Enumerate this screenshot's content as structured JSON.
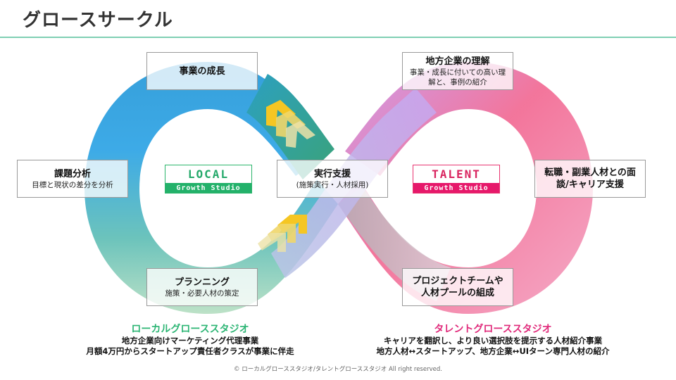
{
  "page": {
    "title": "グロースサークル"
  },
  "colors": {
    "accent_rule": "#7fcfb3",
    "local_green": "#23b16a",
    "talent_pink": "#e6186a"
  },
  "local_loop": {
    "logo": {
      "word": "LOCAL",
      "sub": "Growth Studio"
    },
    "steps": [
      {
        "id": "business-growth",
        "heading": "事業の成長",
        "sub": ""
      },
      {
        "id": "issue-analysis",
        "heading": "課題分析",
        "sub": "目標と現状の差分を分析"
      },
      {
        "id": "planning",
        "heading": "プランニング",
        "sub": "施策・必要人材の策定"
      }
    ],
    "caption": {
      "name": "ローカルグローススタジオ",
      "lines": [
        "地方企業向けマーケティング代理事業",
        "月額4万円からスタートアップ責任者クラスが事業に伴走"
      ]
    }
  },
  "center_step": {
    "heading": "実行支援",
    "sub": "(施策実行・人材採用)"
  },
  "talent_loop": {
    "logo": {
      "word": "TALENT",
      "sub": "Growth Studio"
    },
    "steps": [
      {
        "id": "understanding",
        "heading": "地方企業の理解",
        "sub": "事業・成長に付いての高い理解と、事例の紹介"
      },
      {
        "id": "career-support",
        "heading": "転職・副業人材との面談/キャリア支援",
        "sub": ""
      },
      {
        "id": "team-building",
        "heading": "プロジェクトチームや人材プールの組成",
        "sub": ""
      }
    ],
    "caption": {
      "name": "タレントグローススタジオ",
      "lines": [
        "キャリアを翻訳し、より良い選択肢を提示する人材紹介事業",
        "地方人材↔スタートアップ、地方企業↔UIターン専門人材の紹介"
      ]
    }
  },
  "footer": {
    "copyright": "© ローカルグローススタジオ/タレントグローススタジオ All right reserved."
  },
  "icons": {
    "arrows_top": "chevron-triple-right-up-icon",
    "arrows_bottom": "chevron-triple-right-up-icon"
  }
}
